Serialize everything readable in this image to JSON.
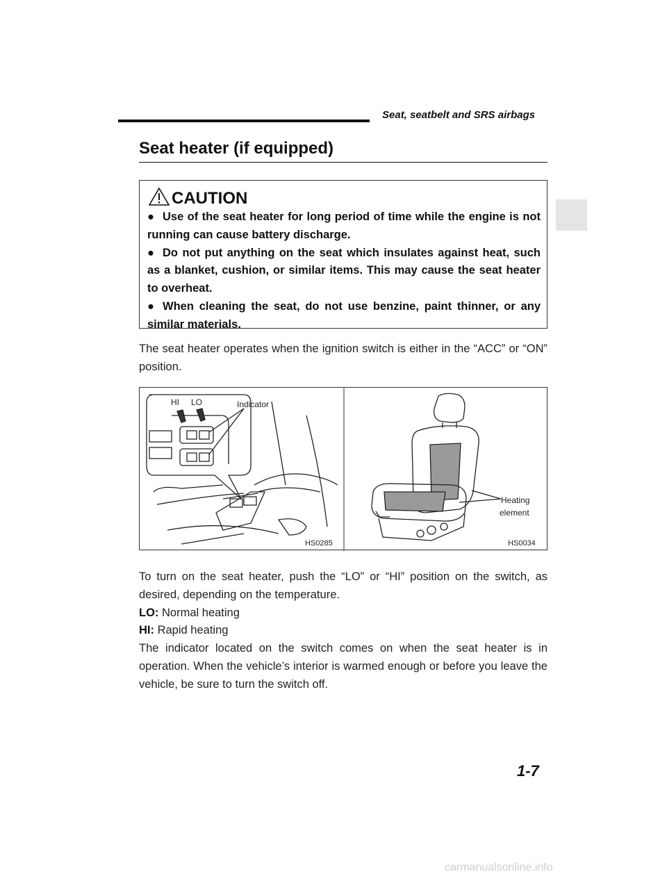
{
  "header": {
    "section_title": "Seat, seatbelt and SRS airbags"
  },
  "page": {
    "title": "Seat heater (if equipped)",
    "number": "1-7"
  },
  "caution": {
    "heading": "CAUTION",
    "items": [
      "Use of the seat heater for long period of time while the engine is not running can cause battery discharge.",
      "Do not put anything on the seat which insulates against heat, such as a blanket, cushion, or similar items. This may cause the seat heater to overheat.",
      "When cleaning the seat, do not use benzine, paint thinner, or any similar materials."
    ]
  },
  "intro_text": "The seat heater operates when the ignition switch is either in the “ACC” or “ON” position.",
  "figure": {
    "left_labels": {
      "hi": "HI",
      "lo": "LO",
      "indicator": "Indicator",
      "code": "HS0285"
    },
    "right_labels": {
      "heating_line1": "Heating",
      "heating_line2": "element",
      "code": "HS0034"
    }
  },
  "body": {
    "instruction": "To turn on the seat heater, push the “LO” or “HI” position on the switch, as desired, depending on the temperature.",
    "lo_label": "LO:",
    "lo_text": "Normal heating",
    "hi_label": "HI:",
    "hi_text": "Rapid heating",
    "indicator_note": "The indicator located on the switch comes on when the seat heater is in operation. When the vehicle’s interior is warmed enough or before you leave the vehicle, be sure to turn the switch off."
  },
  "footer": {
    "watermark": "carmanualsonline.info"
  }
}
